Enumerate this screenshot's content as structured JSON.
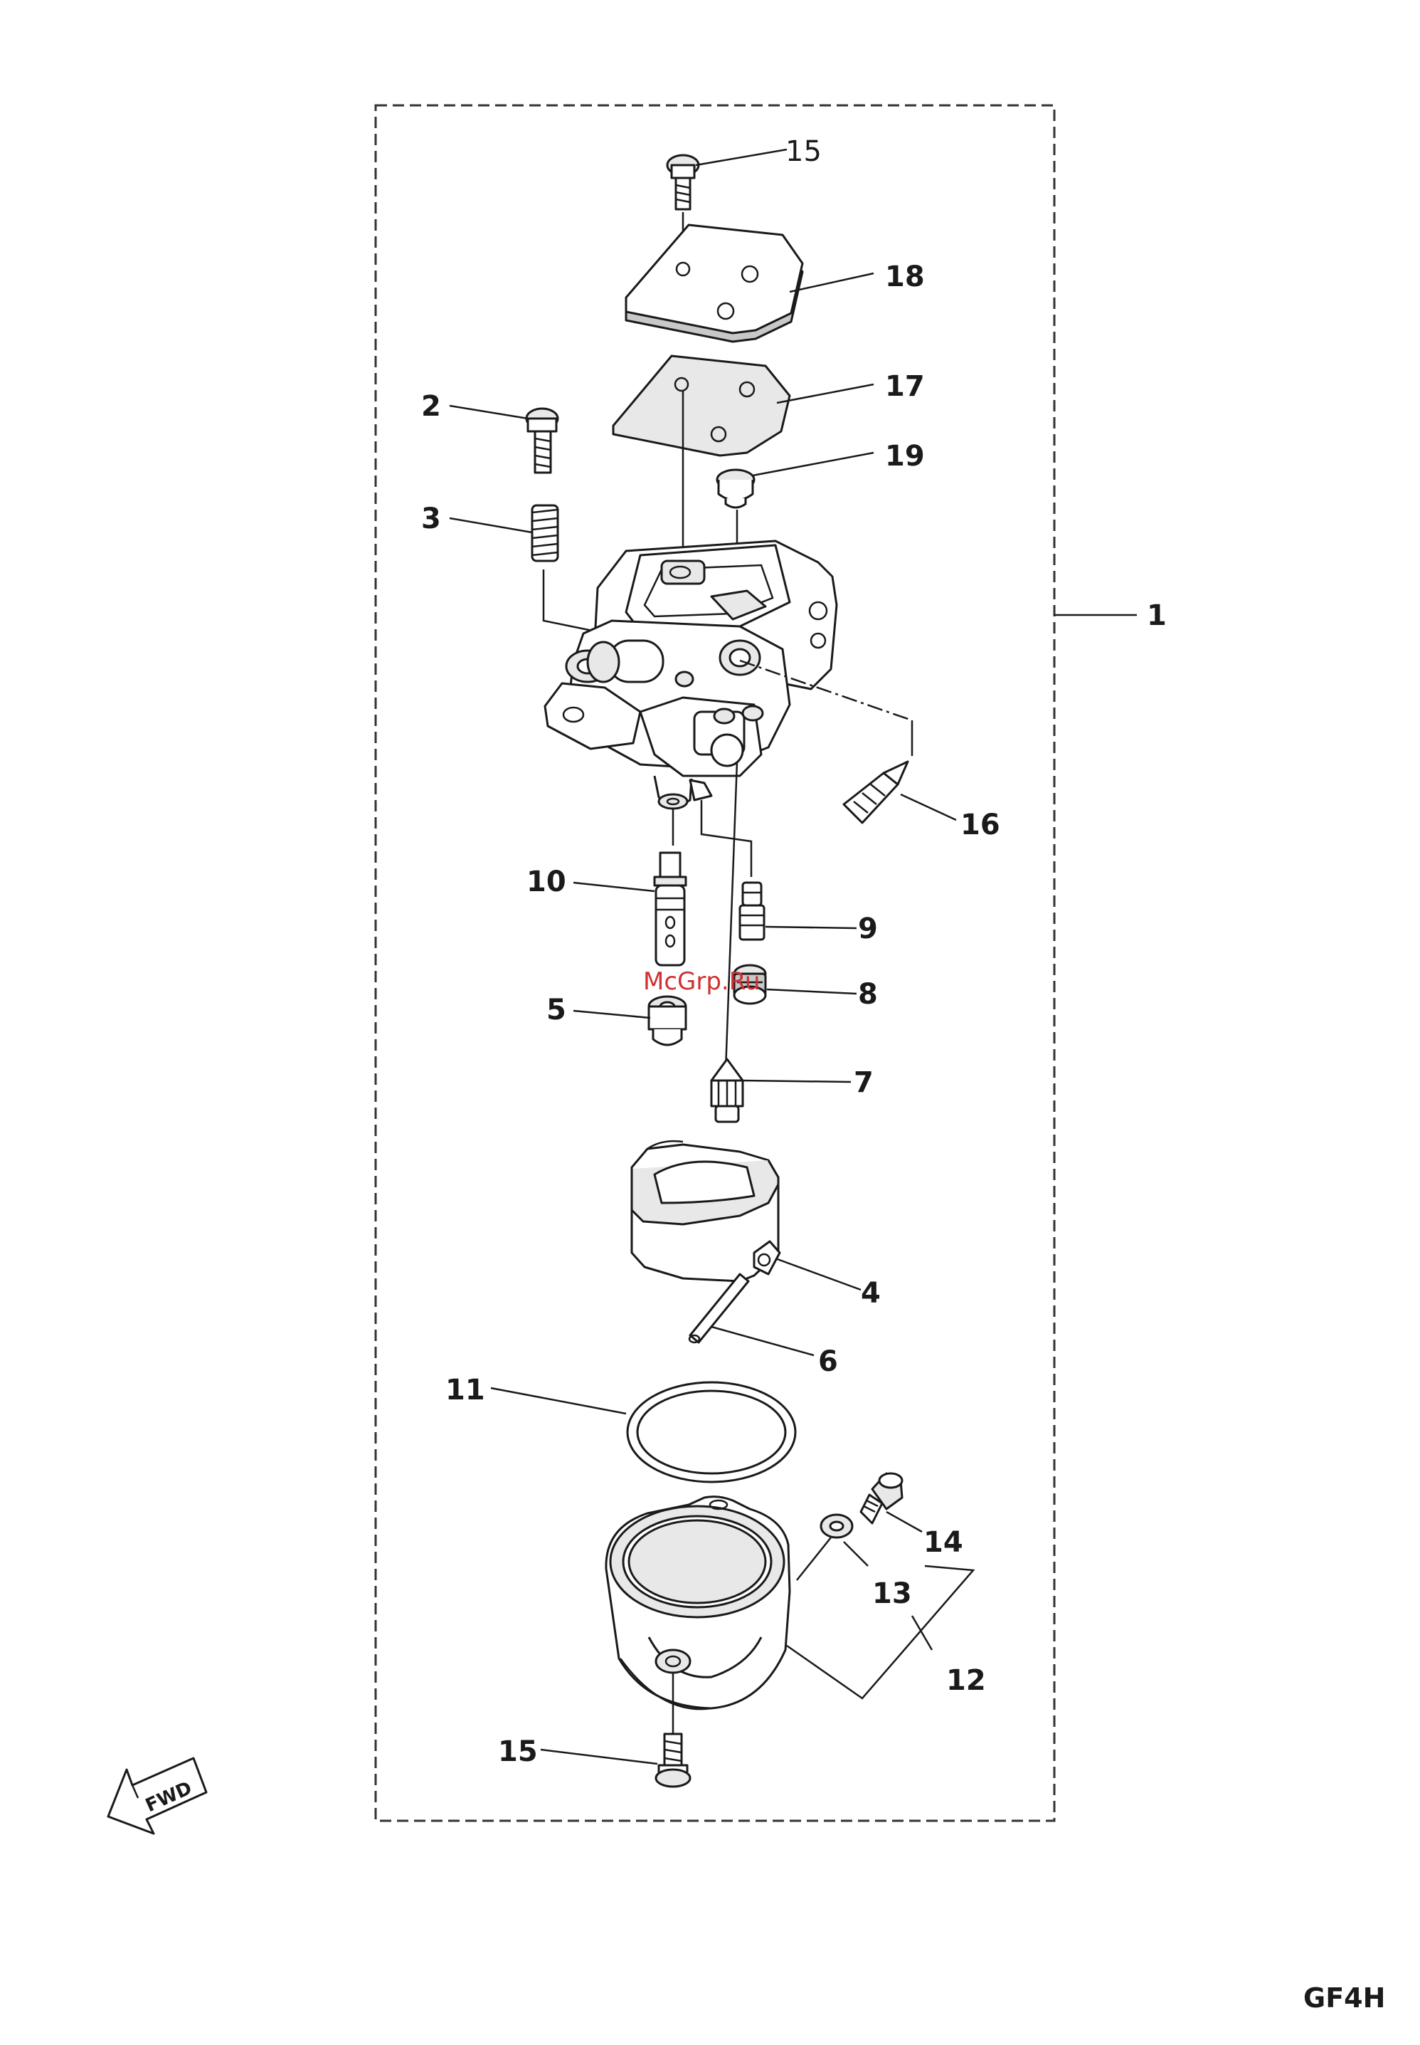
{
  "callouts": {
    "c1": "1",
    "c2": "2",
    "c3": "3",
    "c4": "4",
    "c5": "5",
    "c6": "6",
    "c7": "7",
    "c8": "8",
    "c9": "9",
    "c10": "10",
    "c11": "11",
    "c12": "12",
    "c13": "13",
    "c14": "14",
    "c15_top": "15",
    "c15_bottom": "15",
    "c16": "16",
    "c17": "17",
    "c18": "18",
    "c19": "19"
  },
  "diagram_code": "GF4H",
  "direction_label": "FWD",
  "watermark": "McGrp.Ru",
  "colors": {
    "ink": "#1a1a1a",
    "watermark": "#d03030",
    "frame": "#333333"
  }
}
